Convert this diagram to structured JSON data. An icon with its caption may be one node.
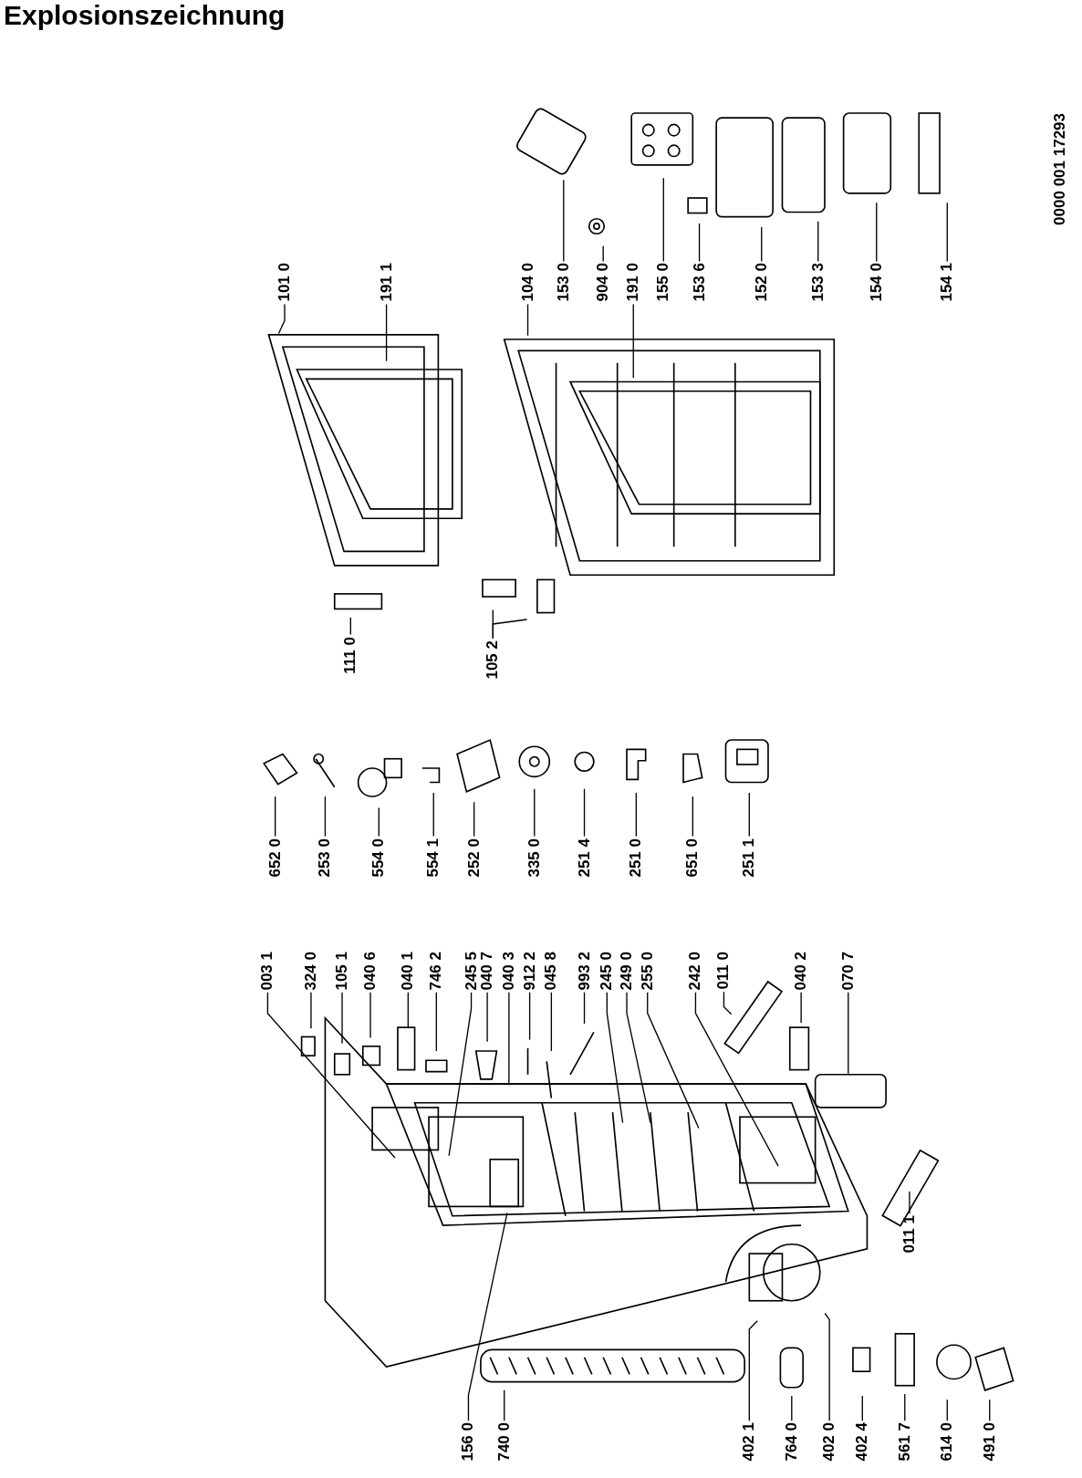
{
  "diagram": {
    "title": "Explosionszeichnung",
    "nodes": [
      {
        "text": [
          "101 0"
        ]
      },
      {
        "text": [
          "191 1"
        ]
      },
      {
        "text": [
          "104 0"
        ]
      },
      {
        "text": [
          "153 0"
        ]
      },
      {
        "text": [
          "904 0"
        ]
      },
      {
        "text": [
          "191 0"
        ]
      },
      {
        "text": [
          "155 0"
        ]
      },
      {
        "text": [
          "153 6"
        ]
      },
      {
        "text": [
          "152 0"
        ]
      },
      {
        "text": [
          "153 3"
        ]
      },
      {
        "text": [
          "154 0"
        ]
      },
      {
        "text": [
          "154 1"
        ]
      },
      {
        "text": [
          "111 0"
        ]
      },
      {
        "text": [
          "105 2"
        ]
      },
      {
        "text": [
          "652 0"
        ]
      },
      {
        "text": [
          "253 0"
        ]
      },
      {
        "text": [
          "554 0"
        ]
      },
      {
        "text": [
          "554 1"
        ]
      },
      {
        "text": [
          "252 0"
        ]
      },
      {
        "text": [
          "335 0"
        ]
      },
      {
        "text": [
          "251 4"
        ]
      },
      {
        "text": [
          "251 0"
        ]
      },
      {
        "text": [
          "651 0"
        ]
      },
      {
        "text": [
          "251 1"
        ]
      },
      {
        "text": [
          "003 1"
        ]
      },
      {
        "text": [
          "324 0"
        ]
      },
      {
        "text": [
          "105 1"
        ]
      },
      {
        "text": [
          "040 6"
        ]
      },
      {
        "text": [
          "040 1"
        ]
      },
      {
        "text": [
          "746 2"
        ]
      },
      {
        "text": [
          "245 5"
        ]
      },
      {
        "text": [
          "040 7"
        ]
      },
      {
        "text": [
          "040 3"
        ]
      },
      {
        "text": [
          "912 2"
        ]
      },
      {
        "text": [
          "045 8"
        ]
      },
      {
        "text": [
          "993 2"
        ]
      },
      {
        "text": [
          "245 0"
        ]
      },
      {
        "text": [
          "249 0"
        ]
      },
      {
        "text": [
          "255 0"
        ]
      },
      {
        "text": [
          "242 0"
        ]
      },
      {
        "text": [
          "011 0"
        ]
      },
      {
        "text": [
          "040 2"
        ]
      },
      {
        "text": [
          "070 7"
        ]
      },
      {
        "text": [
          "011 1"
        ]
      },
      {
        "text": [
          "156 0"
        ]
      },
      {
        "text": [
          "740 0"
        ]
      },
      {
        "text": [
          "402 1"
        ]
      },
      {
        "text": [
          "764 0"
        ]
      },
      {
        "text": [
          "402 0"
        ]
      },
      {
        "text": [
          "402 4"
        ]
      },
      {
        "text": [
          "561 7"
        ]
      },
      {
        "text": [
          "614 0"
        ]
      },
      {
        "text": [
          "491 0"
        ]
      }
    ],
    "edges": [
      {
        "from": 0,
        "to": null,
        "arrow": "none"
      },
      {
        "from": 1,
        "to": null,
        "arrow": "none"
      },
      {
        "from": 2,
        "to": null,
        "arrow": "none"
      },
      {
        "from": 3,
        "to": null,
        "arrow": "none"
      },
      {
        "from": 4,
        "to": null,
        "arrow": "none"
      },
      {
        "from": 5,
        "to": null,
        "arrow": "none"
      },
      {
        "from": 6,
        "to": null,
        "arrow": "none"
      },
      {
        "from": 7,
        "to": null,
        "arrow": "none"
      },
      {
        "from": 8,
        "to": null,
        "arrow": "none"
      },
      {
        "from": 9,
        "to": null,
        "arrow": "none"
      },
      {
        "from": 10,
        "to": null,
        "arrow": "none"
      },
      {
        "from": 11,
        "to": null,
        "arrow": "none"
      },
      {
        "from": 12,
        "to": null,
        "arrow": "none"
      },
      {
        "from": 13,
        "to": null,
        "arrow": "none"
      },
      {
        "from": 13,
        "to": null,
        "arrow": "none"
      },
      {
        "from": 14,
        "to": null,
        "arrow": "none"
      },
      {
        "from": 15,
        "to": null,
        "arrow": "none"
      },
      {
        "from": 16,
        "to": null,
        "arrow": "none"
      },
      {
        "from": 17,
        "to": null,
        "arrow": "none"
      },
      {
        "from": 18,
        "to": null,
        "arrow": "none"
      },
      {
        "from": 19,
        "to": null,
        "arrow": "none"
      },
      {
        "from": 20,
        "to": null,
        "arrow": "none"
      },
      {
        "from": 21,
        "to": null,
        "arrow": "none"
      },
      {
        "from": 22,
        "to": null,
        "arrow": "none"
      },
      {
        "from": 23,
        "to": null,
        "arrow": "none"
      },
      {
        "from": 24,
        "to": null,
        "arrow": "none"
      },
      {
        "from": 25,
        "to": null,
        "arrow": "none"
      },
      {
        "from": 26,
        "to": null,
        "arrow": "none"
      },
      {
        "from": 27,
        "to": null,
        "arrow": "none"
      },
      {
        "from": 28,
        "to": null,
        "arrow": "none"
      },
      {
        "from": 29,
        "to": null,
        "arrow": "none"
      },
      {
        "from": 30,
        "to": null,
        "arrow": "none"
      },
      {
        "from": 31,
        "to": null,
        "arrow": "none"
      },
      {
        "from": 32,
        "to": null,
        "arrow": "none"
      },
      {
        "from": 33,
        "to": null,
        "arrow": "none"
      },
      {
        "from": 34,
        "to": null,
        "arrow": "none"
      },
      {
        "from": 35,
        "to": null,
        "arrow": "none"
      },
      {
        "from": 36,
        "to": null,
        "arrow": "none"
      },
      {
        "from": 37,
        "to": null,
        "arrow": "none"
      },
      {
        "from": 38,
        "to": null,
        "arrow": "none"
      },
      {
        "from": 39,
        "to": null,
        "arrow": "none"
      },
      {
        "from": 40,
        "to": null,
        "arrow": "none"
      },
      {
        "from": 41,
        "to": null,
        "arrow": "none"
      },
      {
        "from": 42,
        "to": null,
        "arrow": "none"
      },
      {
        "from": 43,
        "to": null,
        "arrow": "none"
      },
      {
        "from": 44,
        "to": null,
        "arrow": "none"
      },
      {
        "from": 45,
        "to": null,
        "arrow": "none"
      },
      {
        "from": 46,
        "to": null,
        "arrow": "none"
      },
      {
        "from": 47,
        "to": null,
        "arrow": "none"
      },
      {
        "from": 48,
        "to": null,
        "arrow": "none"
      },
      {
        "from": 49,
        "to": null,
        "arrow": "none"
      },
      {
        "from": 50,
        "to": null,
        "arrow": "none"
      },
      {
        "from": 51,
        "to": null,
        "arrow": "none"
      },
      {
        "from": 52,
        "to": null,
        "arrow": "none"
      }
    ],
    "labels": [
      "0000 001 17293"
    ]
  }
}
